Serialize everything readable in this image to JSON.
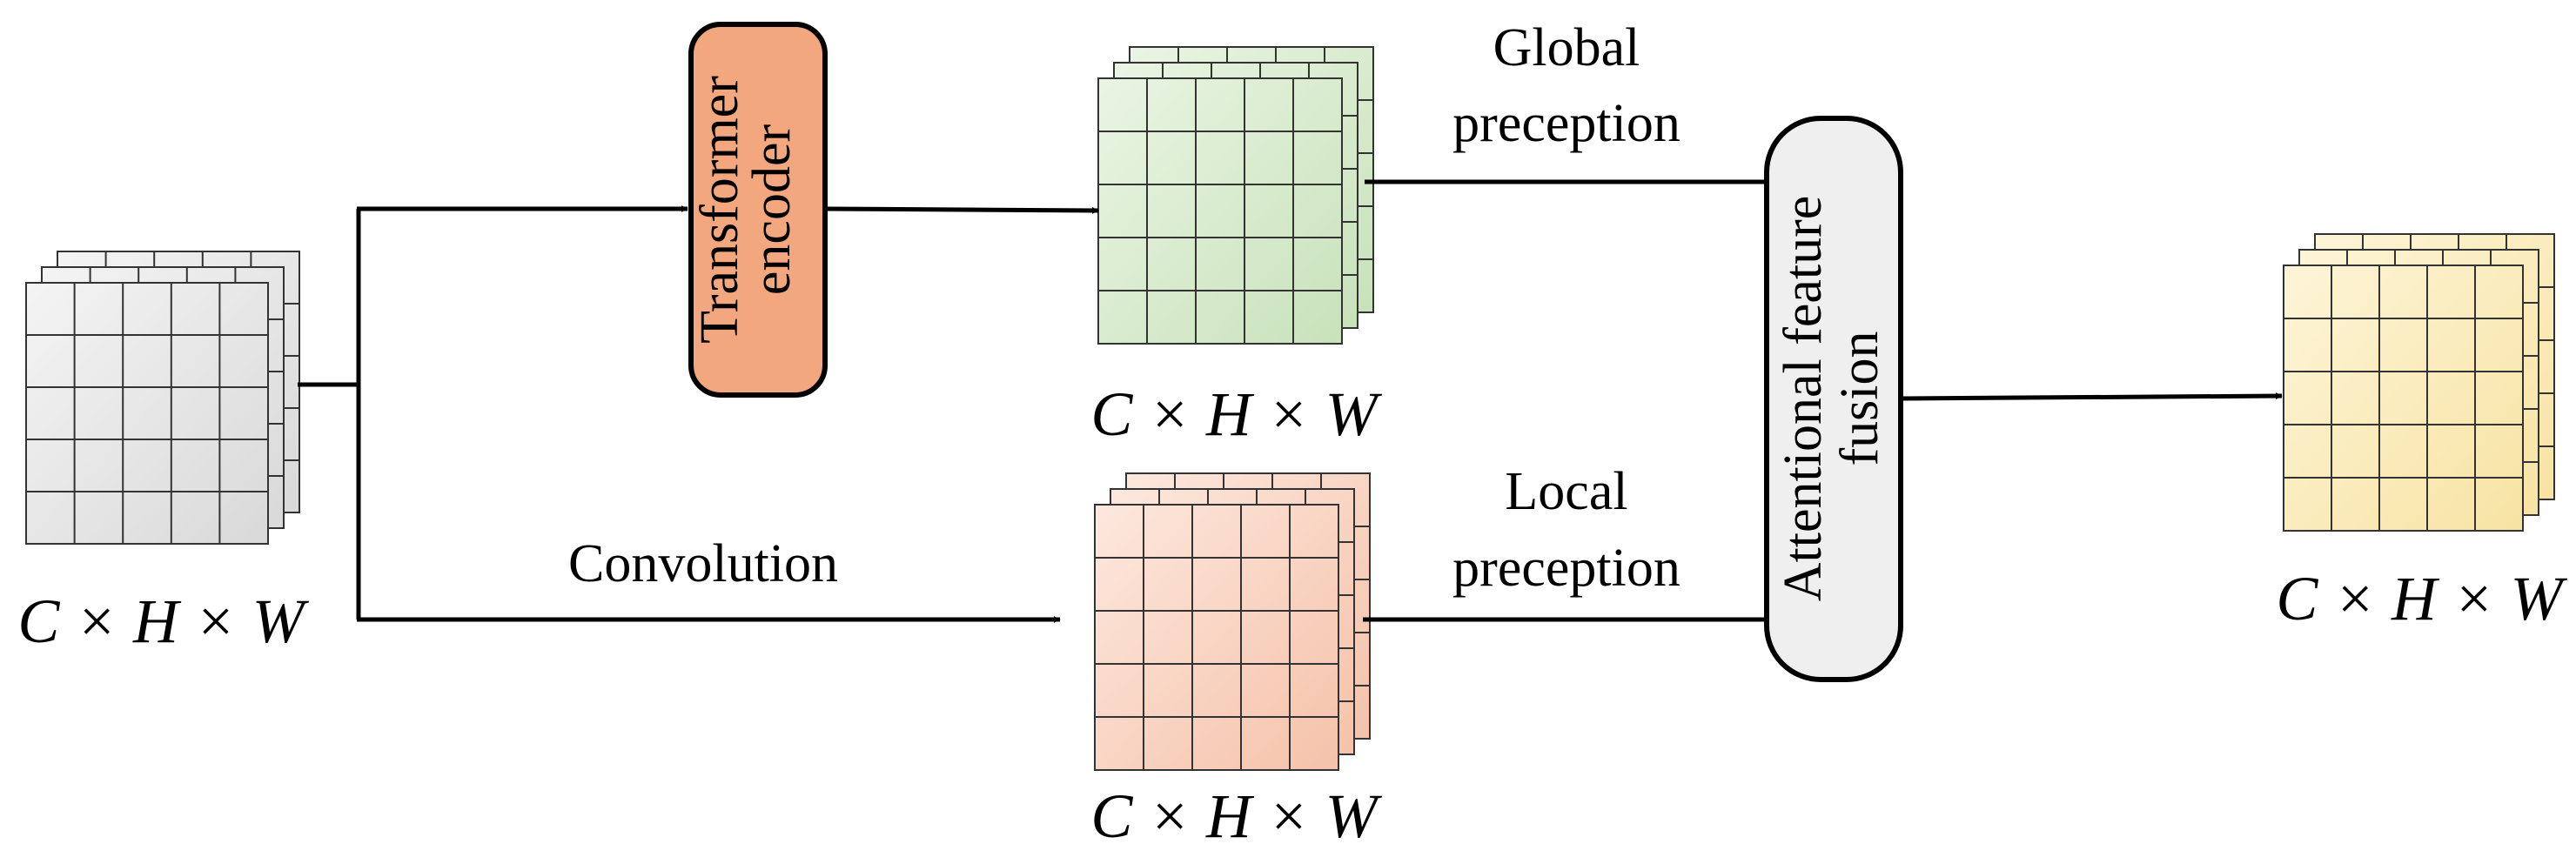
{
  "labels": {
    "dim_input": "C × H × W",
    "dim_global": "C × H × W",
    "dim_local": "C × H × W",
    "dim_output": "C × H × W",
    "transformer_line1": "Transformer",
    "transformer_line2": "encoder",
    "global_line1": "Global",
    "global_line2": "preception",
    "local_line1": "Local",
    "local_line2": "preception",
    "convolution": "Convolution",
    "fusion_line1": "Attentional feature",
    "fusion_line2": "fusion"
  },
  "colors": {
    "input_grid": "#e6e6e6",
    "global_grid": "#d8ebcf",
    "local_grid": "#f9d6c5",
    "output_grid": "#fbedbe",
    "transformer_box": "#f2a77e",
    "fusion_box": "#efefef"
  }
}
